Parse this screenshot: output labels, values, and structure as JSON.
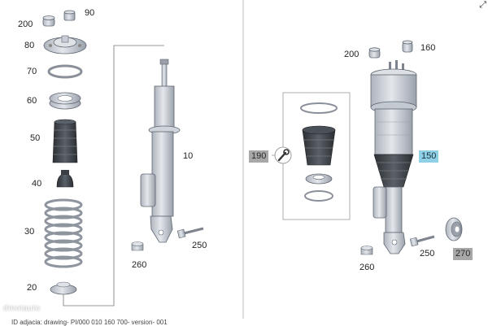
{
  "labels": [
    {
      "id": "200-left",
      "text": "200"
    },
    {
      "id": "90",
      "text": "90"
    },
    {
      "id": "80",
      "text": "80"
    },
    {
      "id": "70",
      "text": "70"
    },
    {
      "id": "60",
      "text": "60"
    },
    {
      "id": "50",
      "text": "50"
    },
    {
      "id": "40",
      "text": "40"
    },
    {
      "id": "30",
      "text": "30"
    },
    {
      "id": "20",
      "text": "20"
    },
    {
      "id": "10",
      "text": "10"
    },
    {
      "id": "250-left",
      "text": "250"
    },
    {
      "id": "260-left",
      "text": "260"
    },
    {
      "id": "200-right",
      "text": "200"
    },
    {
      "id": "160",
      "text": "160"
    },
    {
      "id": "190",
      "text": "190"
    },
    {
      "id": "150",
      "text": "150"
    },
    {
      "id": "250-right",
      "text": "250"
    },
    {
      "id": "260-right",
      "text": "260"
    },
    {
      "id": "270",
      "text": "270"
    }
  ],
  "colors": {
    "part_fill": "#c9ced6",
    "part_stroke": "#5e6670",
    "dark_part": "#3a3f45",
    "highlight_gray": "#a8a8a8",
    "highlight_blue": "#8fd0e6",
    "divider": "#bbbbbb"
  },
  "footer_text": "ID adjacia: drawing- PI/000 010 160 700- version- 001",
  "watermark_text": "dmotauto",
  "corner_icon": "expand-icon"
}
